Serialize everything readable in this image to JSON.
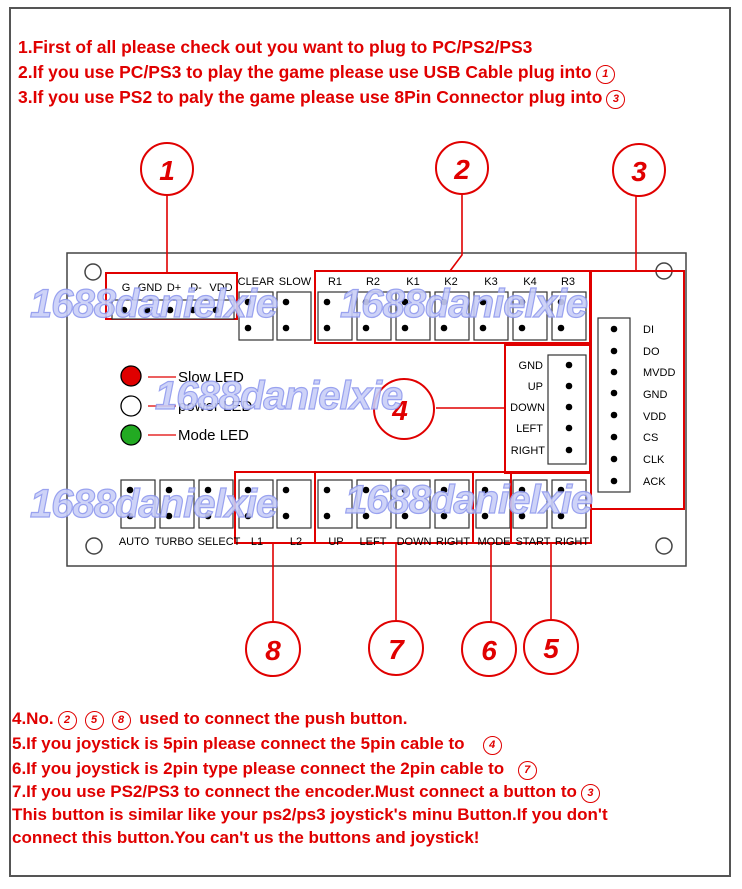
{
  "instructions_top": [
    "1.First of all please check out you want to plug to PC/PS2/PS3",
    "2.If you use PC/PS3 to play the game please use USB Cable plug into",
    "3.If you use PS2 to paly the game please use 8Pin Connector plug into"
  ],
  "instructions_top_refs": [
    "",
    "1",
    "3"
  ],
  "instructions_bottom": {
    "line4_prefix": "4.No.",
    "line4_refs": [
      "2",
      "5",
      "8"
    ],
    "line4_suffix": "used to connect the push button.",
    "line5": "5.If you joystick is 5pin please connect the 5pin cable to",
    "line5_ref": "4",
    "line6": "6.If you joystick is 2pin type please connect the 2pin cable to",
    "line6_ref": "7",
    "line7": "7.If you use PS2/PS3 to connect the encoder.Must connect a button to",
    "line7_ref": "3",
    "line8": "This button is similar like your ps2/ps3 joystick's minu Button.If you don't",
    "line9": "connect this button.You can't us the buttons and joystick!"
  },
  "callouts": [
    "1",
    "2",
    "3",
    "4",
    "5",
    "6",
    "7",
    "8"
  ],
  "usb_labels": [
    "G",
    "GND",
    "D+",
    "D-",
    "VDD"
  ],
  "top_button_labels": [
    "CLEAR",
    "SLOW",
    "R1",
    "R2",
    "K1",
    "K2",
    "K3",
    "K4",
    "R3"
  ],
  "ps2_labels": [
    "DI",
    "DO",
    "MVDD",
    "GND",
    "VDD",
    "CS",
    "CLK",
    "ACK"
  ],
  "joystick_labels": [
    "GND",
    "UP",
    "DOWN",
    "LEFT",
    "RIGHT"
  ],
  "led_labels": [
    "Slow  LED",
    "power LED",
    "Mode LED"
  ],
  "led_colors": [
    "#e00000",
    "#ffffff",
    "#22aa22"
  ],
  "bottom_button_labels": [
    "AUTO",
    "TURBO",
    "SELECT",
    "L1",
    "L2",
    "UP",
    "LEFT",
    "DOWN",
    "RIGHT",
    "MODE",
    "START",
    "RIGHT"
  ],
  "watermark": "1688danielxie",
  "colors": {
    "accent": "#e00000",
    "watermark": "#b7bff5"
  }
}
